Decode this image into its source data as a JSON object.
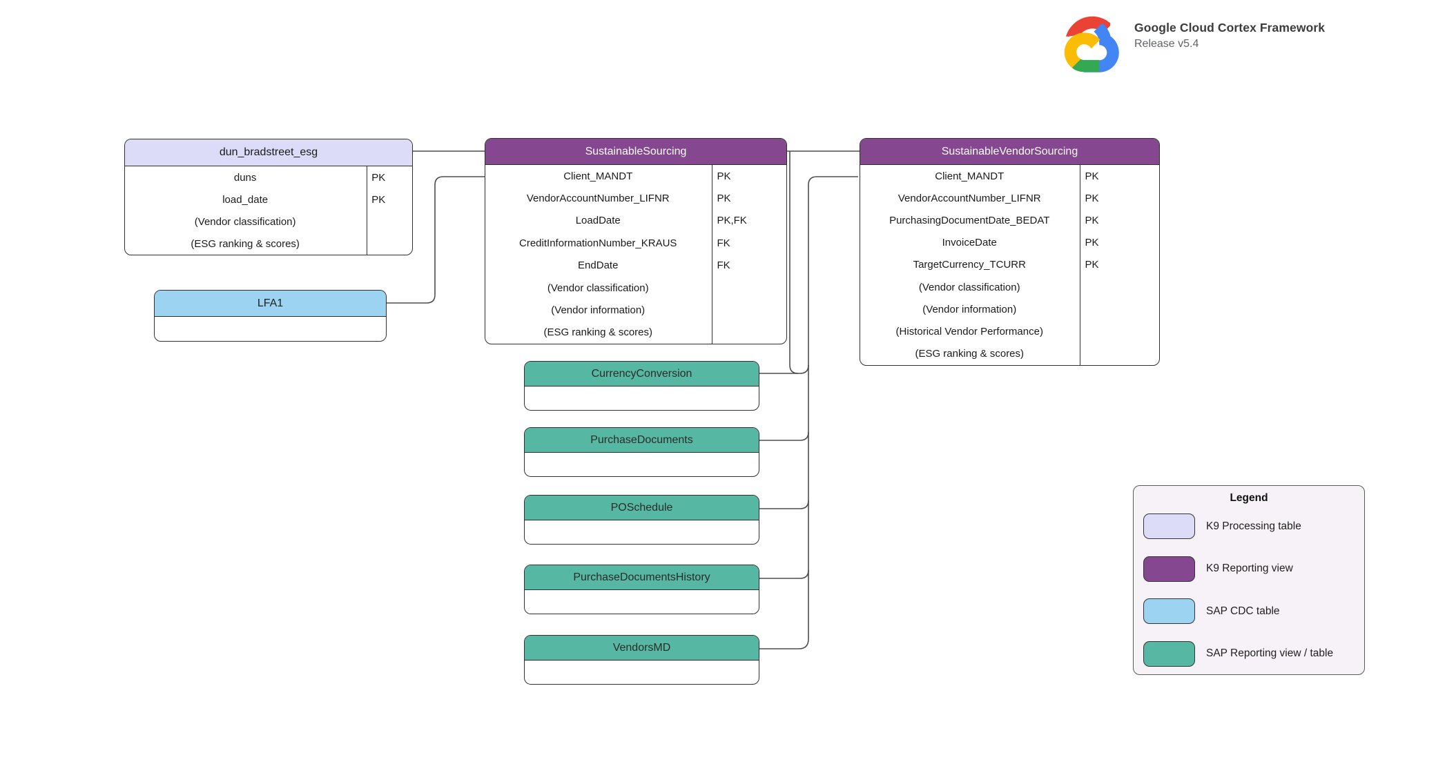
{
  "brand": {
    "logo": "google-cloud-logo",
    "title": "Google Cloud Cortex Framework",
    "subtitle": "Release v5.4"
  },
  "colors": {
    "k9_processing": "#DCDCF8",
    "k9_reporting": "#85478F",
    "sap_cdc": "#9CD3F1",
    "sap_reporting": "#56B8A2",
    "header_text": {
      "k9_processing": "#1a1a1a",
      "k9_reporting": "#ffffff",
      "sap_cdc": "#1f1f1f",
      "sap_reporting": "#2b2b2b"
    },
    "legend_background": "#F7F2F7",
    "connector": "#4d4d4d",
    "logo_red": "#EA4335",
    "logo_blue": "#4285F4",
    "logo_green": "#34A853",
    "logo_yellow": "#FBBC05"
  },
  "tables": [
    {
      "id": "dun_bradstreet_esg",
      "title": "dun_bradstreet_esg",
      "type": "k9_processing",
      "fields": [
        {
          "name": "duns",
          "key": "PK"
        },
        {
          "name": "load_date",
          "key": "PK"
        },
        {
          "name": "(Vendor classification)",
          "key": ""
        },
        {
          "name": "(ESG ranking & scores)",
          "key": ""
        }
      ]
    },
    {
      "id": "SustainableSourcing",
      "title": "SustainableSourcing",
      "type": "k9_reporting",
      "fields": [
        {
          "name": "Client_MANDT",
          "key": "PK"
        },
        {
          "name": "VendorAccountNumber_LIFNR",
          "key": "PK"
        },
        {
          "name": "LoadDate",
          "key": "PK,FK"
        },
        {
          "name": "CreditInformationNumber_KRAUS",
          "key": "FK"
        },
        {
          "name": "EndDate",
          "key": "FK"
        },
        {
          "name": "(Vendor classification)",
          "key": ""
        },
        {
          "name": "(Vendor information)",
          "key": ""
        },
        {
          "name": "(ESG ranking & scores)",
          "key": ""
        }
      ]
    },
    {
      "id": "SustainableVendorSourcing",
      "title": "SustainableVendorSourcing",
      "type": "k9_reporting",
      "fields": [
        {
          "name": "Client_MANDT",
          "key": "PK"
        },
        {
          "name": "VendorAccountNumber_LIFNR",
          "key": "PK"
        },
        {
          "name": "PurchasingDocumentDate_BEDAT",
          "key": "PK"
        },
        {
          "name": "InvoiceDate",
          "key": "PK"
        },
        {
          "name": "TargetCurrency_TCURR",
          "key": "PK"
        },
        {
          "name": "(Vendor classification)",
          "key": ""
        },
        {
          "name": "(Vendor information)",
          "key": ""
        },
        {
          "name": "(Historical Vendor Performance)",
          "key": ""
        },
        {
          "name": "(ESG ranking & scores)",
          "key": ""
        }
      ]
    },
    {
      "id": "LFA1",
      "title": "LFA1",
      "type": "sap_cdc",
      "fields": []
    },
    {
      "id": "CurrencyConversion",
      "title": "CurrencyConversion",
      "type": "sap_reporting",
      "fields": []
    },
    {
      "id": "PurchaseDocuments",
      "title": "PurchaseDocuments",
      "type": "sap_reporting",
      "fields": []
    },
    {
      "id": "POSchedule",
      "title": "POSchedule",
      "type": "sap_reporting",
      "fields": []
    },
    {
      "id": "PurchaseDocumentsHistory",
      "title": "PurchaseDocumentsHistory",
      "type": "sap_reporting",
      "fields": []
    },
    {
      "id": "VendorsMD",
      "title": "VendorsMD",
      "type": "sap_reporting",
      "fields": []
    }
  ],
  "legend": {
    "title": "Legend",
    "items": [
      {
        "label": "K9 Processing table",
        "type": "k9_processing"
      },
      {
        "label": "K9 Reporting view",
        "type": "k9_reporting"
      },
      {
        "label": "SAP CDC table",
        "type": "sap_cdc"
      },
      {
        "label": "SAP Reporting view / table",
        "type": "sap_reporting"
      }
    ]
  }
}
